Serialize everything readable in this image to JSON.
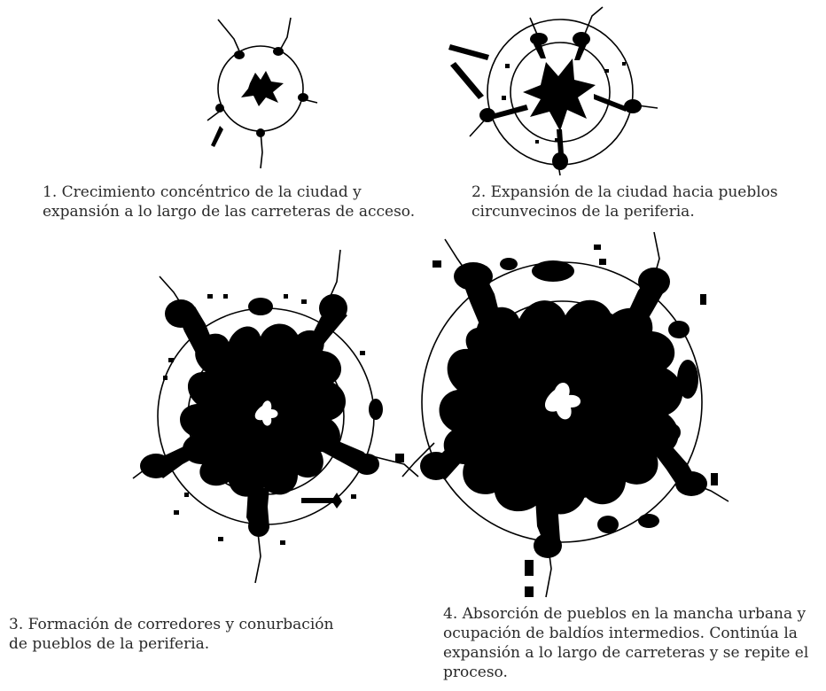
{
  "stages": [
    {
      "number": 1,
      "caption": "1. Crecimiento concéntrico de la ciudad y\nexpansión a lo largo de las carreteras de acceso."
    },
    {
      "number": 2,
      "caption": "2. Expansión de la ciudad hacia pueblos\ncircunvecinos de la periferia."
    },
    {
      "number": 3,
      "caption": "3. Formación de corredores y conurbación\nde pueblos de la periferia."
    },
    {
      "number": 4,
      "caption": "4. Absorción de pueblos en la mancha urbana y\nocupación de baldíos intermedios. Continúa la\nexpansión a lo largo de carreteras y se repite el\nproceso."
    }
  ],
  "colors": {
    "ink": "#000000",
    "text": "#2a2a2a",
    "background": "#ffffff"
  }
}
